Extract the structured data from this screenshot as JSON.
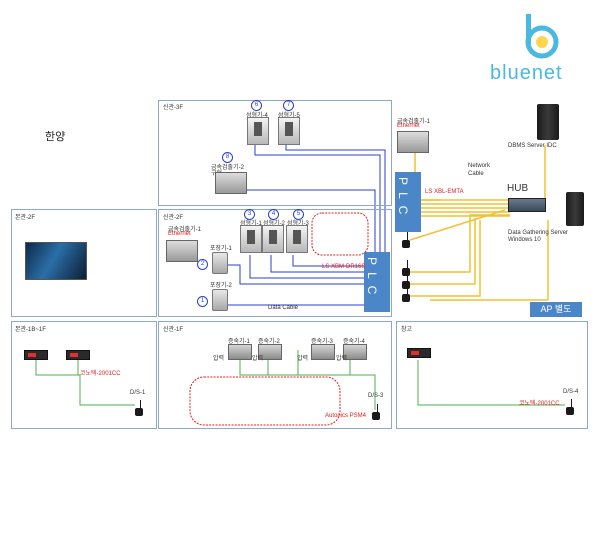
{
  "brand": {
    "name": "bluenet",
    "accent": "#4ab8e0"
  },
  "site_title": "한양",
  "zones": {
    "new_3f": "신관-3F",
    "main_2f": "본관-2F",
    "new_2f": "신관-2F",
    "main_1b1f": "본관-1B~1F",
    "new_1f": "신관-1F",
    "warehouse": "창고"
  },
  "machines": {
    "molder_4": "성형기-4",
    "molder_5": "성형기-5",
    "molder_1": "성형기-1",
    "molder_2": "성형기-2",
    "molder_3": "성형기-3",
    "detector_2_old": "금속검출기-2",
    "detector_2_old_sub": "구형",
    "detector_1": "금속검출기-1",
    "detector_1_sub": "Ethernet",
    "detector_1_top": "금속검출기-1",
    "detector_1_top_sub": "Ethernet",
    "packer_1": "포장기-1",
    "packer_2": "포장기-2",
    "steamer_1": "증숙기-1",
    "steamer_2": "증숙기-2",
    "steamer_3": "증숙기-3",
    "steamer_4": "증숙기-4",
    "pressure": "압력"
  },
  "numbers": [
    "1",
    "2",
    "3",
    "4",
    "5",
    "6",
    "7",
    "8"
  ],
  "plc": {
    "top_label": "P L C",
    "bottom_label": "P L C"
  },
  "controllers": {
    "top_plc": "LS XBL-EMTA",
    "bottom_plc": "LS XBM-DR16S",
    "konotec_1": "코노텍-2001CC",
    "konotec_2": "코노텍-2001CC",
    "autonics": "Autonics PSM4"
  },
  "links": {
    "data_cable": "Data Cable",
    "network_cable_1": "Network",
    "network_cable_2": "Cable",
    "ds1": "D/S-1",
    "ds3": "D/S-3",
    "ds4": "D/S-4"
  },
  "network": {
    "hub": "HUB",
    "dbms": "DBMS Server  IDC",
    "gathering_1": "Data Gathering Server",
    "gathering_2": "Windows 10",
    "ap": "AP 별도"
  }
}
